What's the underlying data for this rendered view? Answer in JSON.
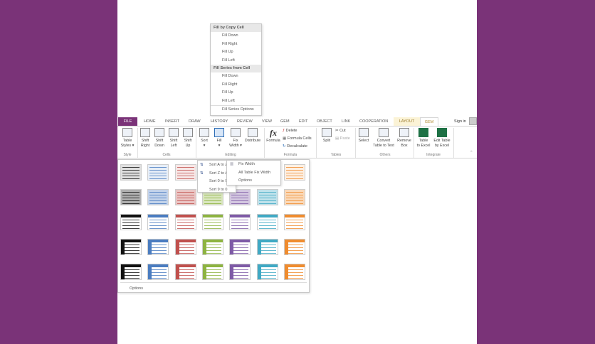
{
  "fill_menu": {
    "section1": "Fill by Copy Cell",
    "items1": [
      "Fill Down",
      "Fill Right",
      "Fill Up",
      "Fill Left"
    ],
    "section2": "Fill Series from Cell",
    "items2": [
      "Fill Down",
      "Fill Right",
      "Fill Up",
      "Fill Left"
    ],
    "footer": "Fill Series Options"
  },
  "tabs": [
    "FILE",
    "HOME",
    "INSERT",
    "DRAW",
    "HISTORY",
    "REVIEW",
    "VIEW",
    "GEM",
    "EDIT",
    "OBJECT",
    "LINK",
    "COOPERATION",
    "LAYOUT",
    "GEM"
  ],
  "active_tab": "GEM",
  "sign_in": "Sign in",
  "ribbon": {
    "style": {
      "button": [
        "Table",
        "Styles ▾"
      ],
      "group": "Style"
    },
    "cells": {
      "buttons": [
        [
          "Shift",
          "Right"
        ],
        [
          "Shift",
          "Down"
        ],
        [
          "Shift",
          "Left"
        ],
        [
          "Shift",
          "Up"
        ]
      ],
      "group": "Cells"
    },
    "editing": {
      "buttons": [
        [
          "Sort",
          "▾"
        ],
        [
          "Fill",
          "▾"
        ],
        [
          "Fix",
          "Width ▾"
        ],
        [
          "Distribute",
          ""
        ]
      ],
      "group": "Editing"
    },
    "formula": {
      "button": "Formula",
      "items": [
        "Delete",
        "Formula Cells",
        "Recalculate"
      ],
      "group": "Formula"
    },
    "tables": {
      "button": "Split",
      "items": [
        "Cut",
        "Paste"
      ],
      "group": "Tables"
    },
    "others": {
      "buttons": [
        [
          "Select",
          ""
        ],
        [
          "Convert",
          "Table to Text"
        ],
        [
          "Remove",
          "Box"
        ]
      ],
      "group": "Others"
    },
    "integrate": {
      "buttons": [
        [
          "Table",
          "to Excel"
        ],
        [
          "Edit Table",
          "by Excel"
        ]
      ],
      "group": "Integrate"
    }
  },
  "sort_menu": [
    "Sort A to Z",
    "Sort Z to A",
    "Sort 0 to 9",
    "Sort 9 to 0"
  ],
  "fixwidth_menu": [
    "Fix Width",
    "All Table Fix Width",
    "Options"
  ],
  "gallery": {
    "colors": [
      "#111111",
      "#4a7cc0",
      "#c0504d",
      "#8db340",
      "#7e5aa6",
      "#3fa9c4",
      "#f08c2e"
    ],
    "rows": 5,
    "footer": "Options"
  }
}
